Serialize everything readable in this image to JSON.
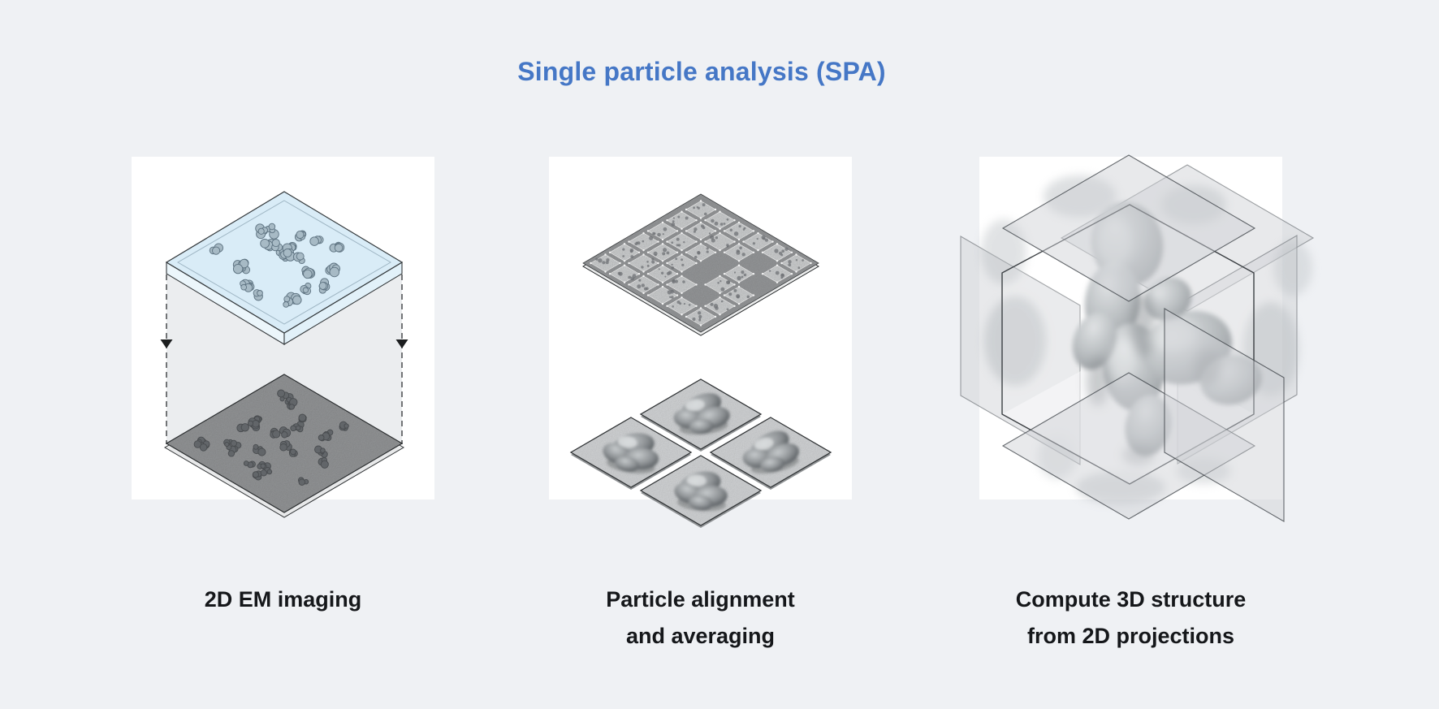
{
  "title": "Single particle analysis (SPA)",
  "panels": [
    {
      "id": "em-imaging",
      "caption": "2D EM imaging"
    },
    {
      "id": "alignment",
      "caption": "Particle alignment\nand averaging"
    },
    {
      "id": "reconstruction",
      "caption": "Compute 3D structure\nfrom 2D projections"
    }
  ],
  "colors": {
    "background": "#eff1f4",
    "card": "#ffffff",
    "title_blue": "#4577c6",
    "caption_text": "#15171a",
    "ice_top": "#d9ecf7",
    "ice_side_left": "#ecf6fb",
    "ice_side_right": "#e2f1f9",
    "ice_particle": "#a7bac5",
    "ice_particle_edge": "#5d7280",
    "prism": "#ebedef",
    "em_plane": "#8e9092",
    "em_particle": "#606468",
    "align_plane": "#909294",
    "align_tile": "#c7c9ca",
    "avg_tile": "#cbcdcf",
    "glass_fill": "#ced2d6",
    "glass_edge": "#5a5f64",
    "blob_light": "#dcdfe1",
    "blob_dark": "#8e9397"
  }
}
